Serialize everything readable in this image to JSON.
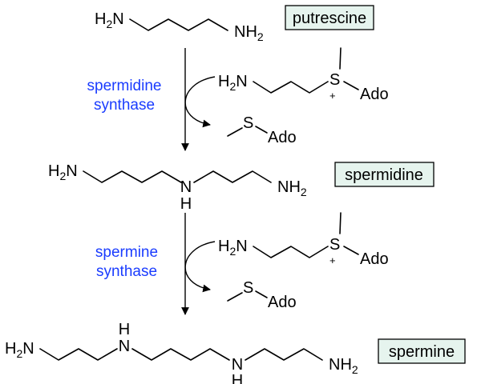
{
  "compounds": {
    "putrescine": "putrescine",
    "spermidine": "spermidine",
    "spermine": "spermine"
  },
  "enzymes": {
    "spermidine_synthase": [
      "spermidine",
      "synthase"
    ],
    "spermine_synthase": [
      "spermine",
      "synthase"
    ]
  },
  "atoms": {
    "h2n_h": "H",
    "h2n_2": "2",
    "h2n_n": "N",
    "nh2_n": "NH",
    "nh2_2": "2",
    "nh_n": "N",
    "nh_h": "H",
    "s": "S",
    "ado": "Ado",
    "plus": "+"
  }
}
